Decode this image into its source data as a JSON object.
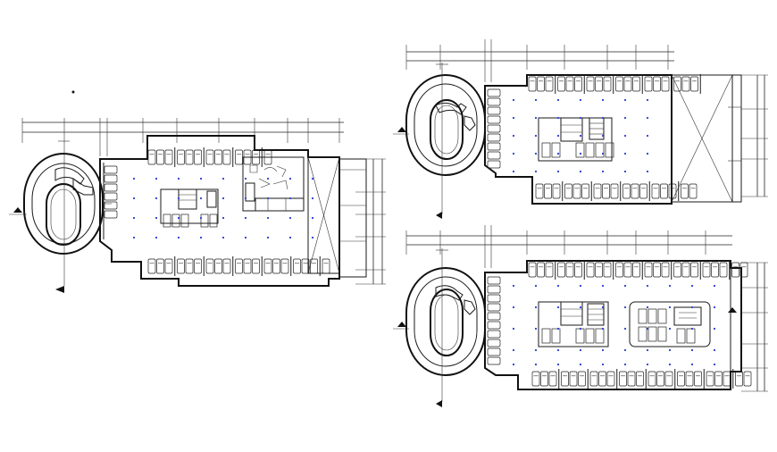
{
  "drawing": {
    "background": "#ffffff",
    "line_color": "#1a1a1a",
    "column_dot_color": "#2a3bd0"
  },
  "plans": [
    {
      "id": "plan-left"
    },
    {
      "id": "plan-top-right"
    },
    {
      "id": "plan-bottom-right"
    }
  ]
}
